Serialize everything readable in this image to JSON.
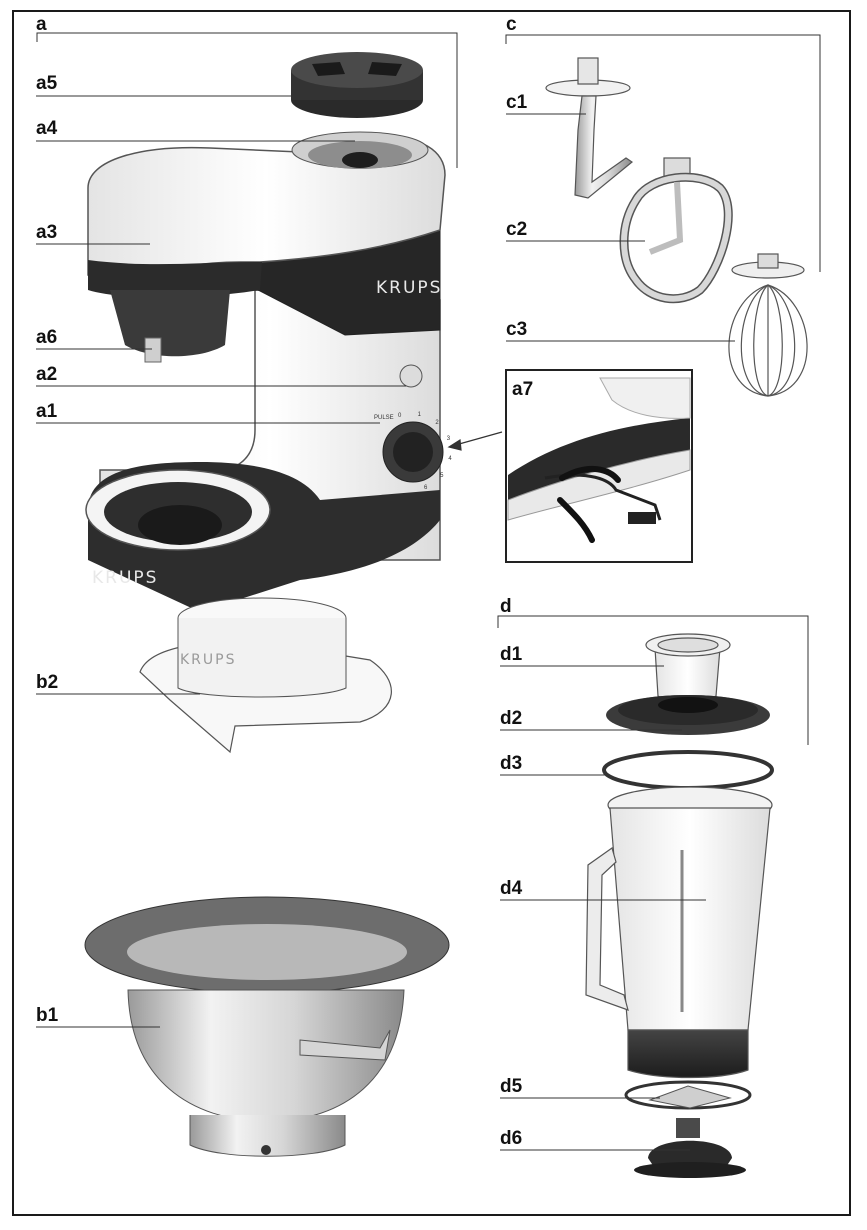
{
  "labels": {
    "a": "a",
    "a1": "a1",
    "a2": "a2",
    "a3": "a3",
    "a4": "a4",
    "a5": "a5",
    "a6": "a6",
    "a7": "a7",
    "b1": "b1",
    "b2": "b2",
    "c": "c",
    "c1": "c1",
    "c2": "c2",
    "c3": "c3",
    "d": "d",
    "d1": "d1",
    "d2": "d2",
    "d3": "d3",
    "d4": "d4",
    "d5": "d5",
    "d6": "d6"
  },
  "brand": {
    "head": "KRUPS",
    "base": "KRUPS",
    "guard": "KRUPS"
  },
  "dial": {
    "pulse": "PULSE",
    "ticks": [
      "0",
      "1",
      "2",
      "3",
      "4",
      "5",
      "6"
    ]
  }
}
